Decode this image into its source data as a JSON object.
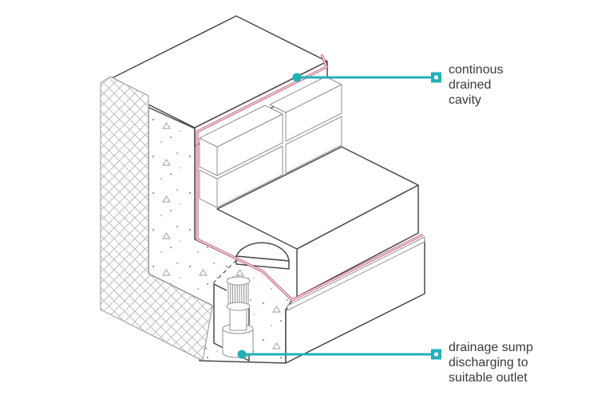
{
  "labels": {
    "cavity": {
      "lines": [
        "continous",
        "drained",
        "cavity"
      ]
    },
    "sump": {
      "lines": [
        "drainage sump",
        "discharging to",
        "suitable outlet"
      ]
    }
  },
  "icons": {
    "leader_marker": "square-marker-icon",
    "leader_anchor": "dot-anchor-icon"
  },
  "colors": {
    "accent": "#23b0ba",
    "membrane": "#c25a76",
    "outline": "#4a4a4a",
    "detail": "#909090",
    "hatch": "#b8b8b8",
    "label_text": "#3c3c3c",
    "background": "#ffffff"
  }
}
